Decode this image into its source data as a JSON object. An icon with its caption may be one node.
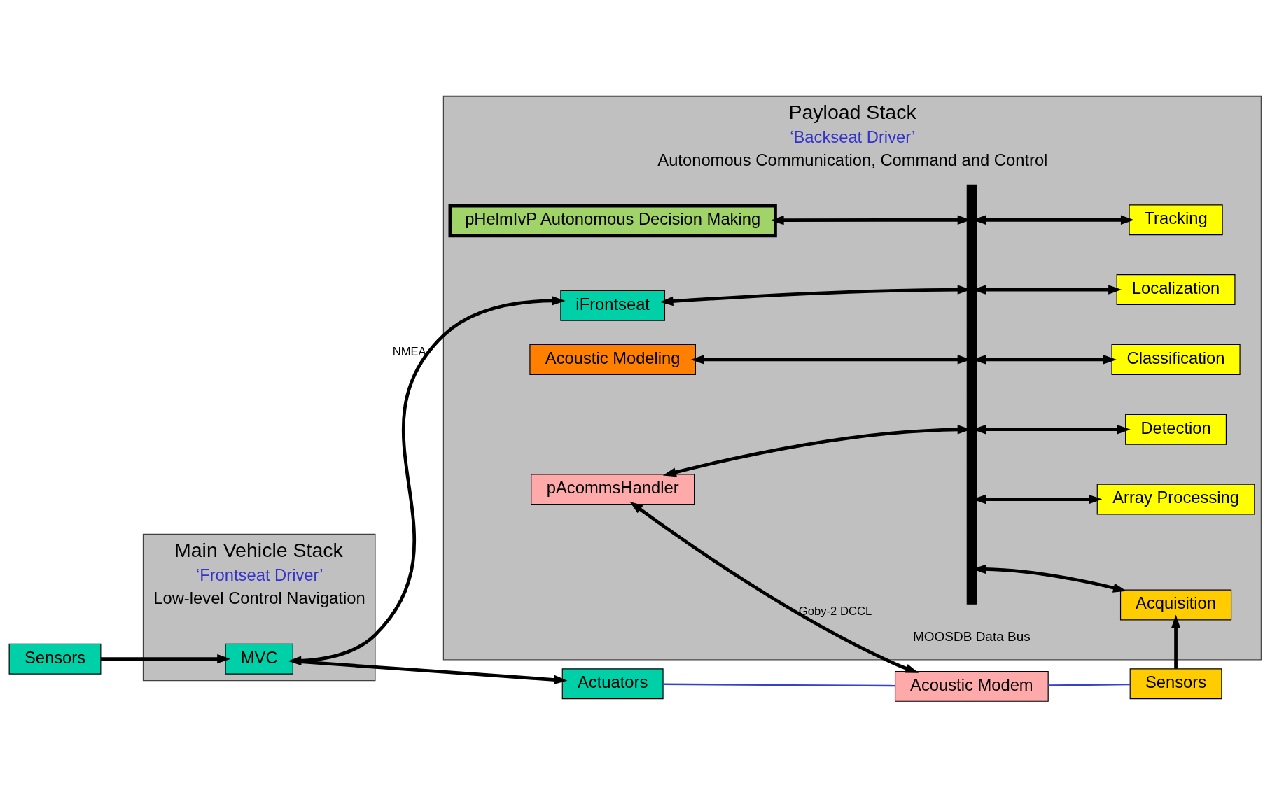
{
  "diagram": {
    "nodes": [
      {
        "text": [
          "Main Vehicle Stack",
          "‘Frontseat Driver’",
          "Low-level Control Navigation"
        ]
      },
      {
        "text": [
          "MVC"
        ],
        "in": 0
      },
      {
        "text": [
          "Payload Stack",
          "‘Backseat Driver’",
          "Autonomous Communication, Command and Control"
        ]
      },
      {
        "text": [
          "pHelmIvP Autonomous Decision Making"
        ],
        "in": 2
      },
      {
        "text": [
          "iFrontseat"
        ],
        "in": 2
      },
      {
        "text": [
          "Acoustic Modeling"
        ],
        "in": 2
      },
      {
        "text": [
          "pAcommsHandler"
        ],
        "in": 2
      },
      {
        "text": [],
        "shape": "bar",
        "in": 2,
        "beside": [
          "MOOSDB Data Bus"
        ]
      },
      {
        "text": [
          "Tracking"
        ],
        "in": 2
      },
      {
        "text": [
          "Localization"
        ],
        "in": 2
      },
      {
        "text": [
          "Classification"
        ],
        "in": 2
      },
      {
        "text": [
          "Detection"
        ],
        "in": 2
      },
      {
        "text": [
          "Array Processing"
        ],
        "in": 2
      },
      {
        "text": [
          "Acquisition"
        ],
        "in": 2
      },
      {
        "text": [
          "Sensors"
        ]
      },
      {
        "text": [
          "Actuators"
        ]
      },
      {
        "text": [
          "Acoustic Modem"
        ]
      },
      {
        "text": [
          "Sensors"
        ]
      }
    ],
    "edges": [
      {
        "from": 1,
        "to": 4,
        "arrow": "both",
        "label": "NMEA"
      },
      {
        "from": 3,
        "to": 7,
        "arrow": "both"
      },
      {
        "from": 4,
        "to": 7,
        "arrow": "both"
      },
      {
        "from": 5,
        "to": 7,
        "arrow": "both"
      },
      {
        "from": 6,
        "to": 7,
        "arrow": "both"
      },
      {
        "from": 7,
        "to": 8,
        "arrow": "both"
      },
      {
        "from": 7,
        "to": 9,
        "arrow": "both"
      },
      {
        "from": 7,
        "to": 10,
        "arrow": "both"
      },
      {
        "from": 7,
        "to": 11,
        "arrow": "both"
      },
      {
        "from": 7,
        "to": 12,
        "arrow": "both"
      },
      {
        "from": 7,
        "to": 13,
        "arrow": "both"
      },
      {
        "from": 14,
        "to": 1,
        "arrow": "to"
      },
      {
        "from": 1,
        "to": 15,
        "arrow": "to"
      },
      {
        "from": 6,
        "to": 16,
        "arrow": "both",
        "label": "Goby-2 DCCL"
      },
      {
        "from": 17,
        "to": 13,
        "arrow": "to"
      },
      {
        "from": 15,
        "to": 16,
        "arrow": "none",
        "color": "#3344cc"
      },
      {
        "from": 16,
        "to": 17,
        "arrow": "none",
        "color": "#3344cc"
      }
    ]
  }
}
